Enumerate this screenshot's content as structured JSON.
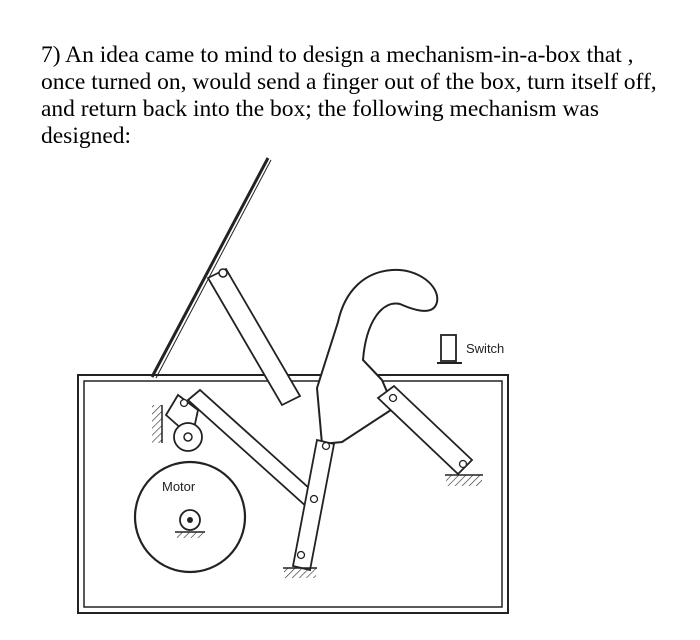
{
  "question": {
    "text": "7) An idea came to mind to design a mechanism-in-a-box that , once turned on, would send a finger out of the box, turn itself off, and return back into the box; the following mechanism was designed:"
  },
  "diagram": {
    "labels": {
      "motor": "Motor",
      "switch": "Switch"
    }
  }
}
